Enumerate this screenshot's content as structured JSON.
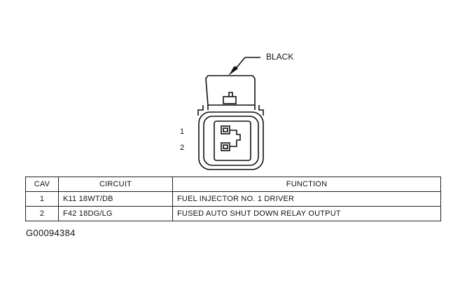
{
  "connector": {
    "color_label": "BLACK",
    "pin_labels": [
      "1",
      "2"
    ]
  },
  "table": {
    "headers": {
      "cav": "CAV",
      "circuit": "CIRCUIT",
      "function": "FUNCTION"
    },
    "rows": [
      {
        "cav": "1",
        "circuit": "K11 18WT/DB",
        "function": "FUEL INJECTOR NO. 1 DRIVER"
      },
      {
        "cav": "2",
        "circuit": "F42 18DG/LG",
        "function": "FUSED AUTO SHUT DOWN RELAY OUTPUT"
      }
    ]
  },
  "figure_id": "G00094384"
}
